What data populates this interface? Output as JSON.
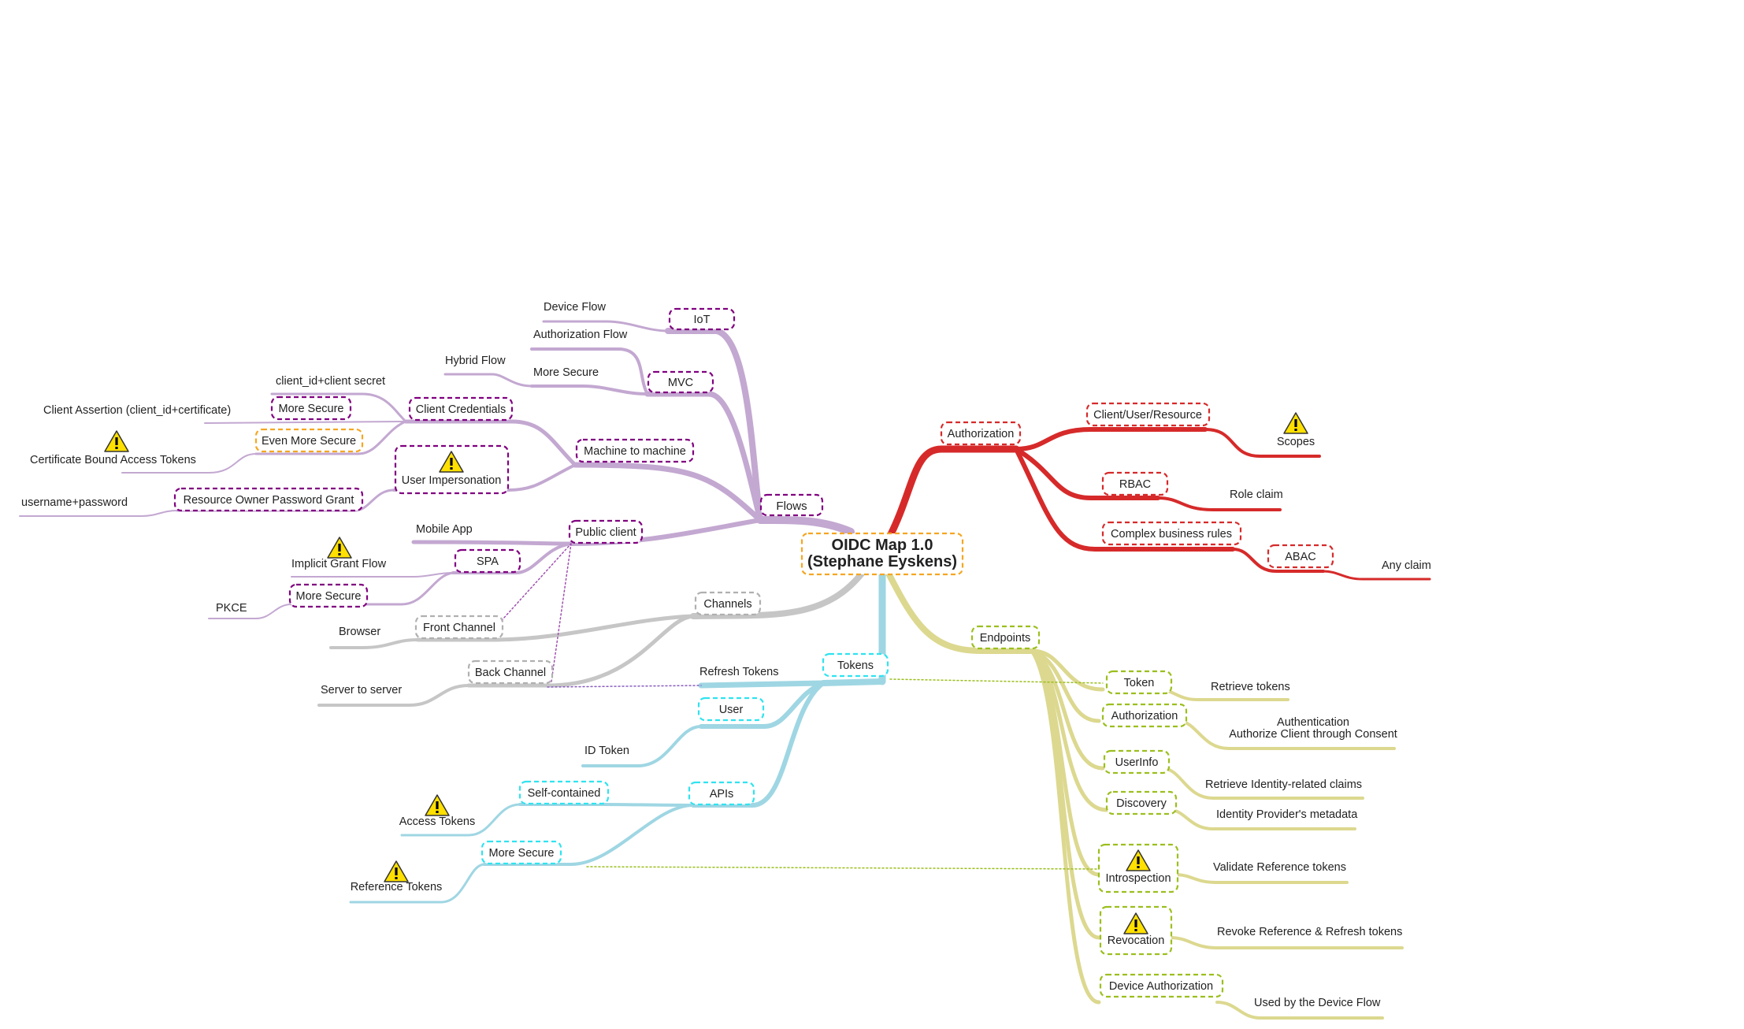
{
  "colors": {
    "flows": "#c3a8d1",
    "flows_box": "#800080",
    "authorization": "#d62a2a",
    "endpoints": "#dcd88f",
    "endpoints_box": "#9bbf1e",
    "tokens": "#9fd6e3",
    "tokens_box": "#2fe3f0",
    "channels": "#c6c6c6",
    "channels_box": "#b0b0b0",
    "root_box": "#f5a623",
    "warning": "#ffe000"
  },
  "root": {
    "line1": "OIDC Map 1.0",
    "line2": "(Stephane Eyskens)"
  },
  "flows": {
    "label": "Flows",
    "iot": {
      "label": "IoT",
      "device_flow": "Device Flow"
    },
    "mvc": {
      "label": "MVC",
      "authorization_flow": "Authorization Flow",
      "more_secure": "More Secure",
      "hybrid_flow": "Hybrid Flow"
    },
    "machine": {
      "label": "Machine to machine",
      "client_credentials": "Client Credentials",
      "more_secure": "More Secure",
      "client_secret": "client_id+client secret",
      "client_assertion": "Client Assertion (client_id+certificate)",
      "even_more_secure": "Even More Secure",
      "cert_bound": "Certificate Bound Access Tokens",
      "impersonation": "User Impersonation",
      "ropg": "Resource Owner Password Grant",
      "username_password": "username+password"
    },
    "public": {
      "label": "Public client",
      "mobile_app": "Mobile App",
      "spa": "SPA",
      "implicit": "Implicit Grant Flow",
      "more_secure": "More Secure",
      "pkce": "PKCE"
    }
  },
  "channels": {
    "label": "Channels",
    "front": "Front Channel",
    "browser": "Browser",
    "back": "Back Channel",
    "server": "Server to server"
  },
  "authorization": {
    "label": "Authorization",
    "cur": "Client/User/Resource",
    "scopes": "Scopes",
    "rbac": "RBAC",
    "role_claim": "Role claim",
    "complex": "Complex business rules",
    "abac": "ABAC",
    "any_claim": "Any claim"
  },
  "endpoints": {
    "label": "Endpoints",
    "token": "Token",
    "token_desc": "Retrieve tokens",
    "authorization": "Authorization",
    "auth_desc1": "Authentication",
    "auth_desc2": "Authorize Client through Consent",
    "userinfo": "UserInfo",
    "userinfo_desc": "Retrieve Identity-related claims",
    "discovery": "Discovery",
    "discovery_desc": "Identity Provider's metadata",
    "introspection": "Introspection",
    "introspection_desc": "Validate Reference tokens",
    "revocation": "Revocation",
    "revocation_desc": "Revoke Reference & Refresh tokens",
    "device": "Device Authorization",
    "device_desc": "Used by the Device Flow"
  },
  "tokens": {
    "label": "Tokens",
    "refresh": "Refresh Tokens",
    "user": "User",
    "id_token": "ID Token",
    "apis": "APIs",
    "self_contained": "Self-contained",
    "access_tokens": "Access Tokens",
    "more_secure": "More Secure",
    "reference_tokens": "Reference Tokens"
  }
}
